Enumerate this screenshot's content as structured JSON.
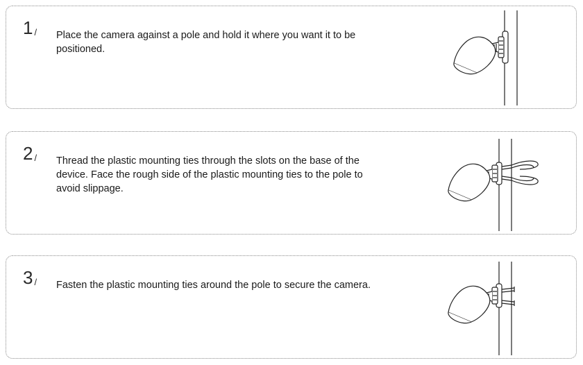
{
  "steps": [
    {
      "number": "1",
      "separator": "/",
      "text": "Place the camera against a pole and hold it where you want it to be positioned.",
      "illustration": "camera-against-pole"
    },
    {
      "number": "2",
      "separator": "/",
      "text": "Thread the plastic mounting ties through the slots on the base of the device. Face the rough side of the plastic mounting ties to the pole to avoid slippage.",
      "illustration": "camera-with-open-ties"
    },
    {
      "number": "3",
      "separator": "/",
      "text": "Fasten the plastic mounting ties around the pole to secure the camera.",
      "illustration": "camera-secured-to-pole"
    }
  ]
}
